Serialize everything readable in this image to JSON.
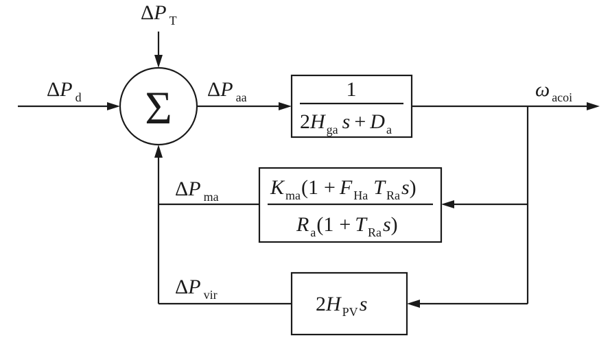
{
  "labels": {
    "delta": "Δ",
    "P": "P",
    "input_T_sub": "T",
    "input_d_sub": "d",
    "sum_symbol": "Σ",
    "aa_sub": "aa",
    "omega": "ω",
    "omega_sub": "acoi",
    "ma_sub": "ma",
    "vir_sub": "vir"
  },
  "block_plant": {
    "numerator": "1",
    "den_coef": "2",
    "den_H": "H",
    "den_H_sub": "ga",
    "den_s": "s",
    "den_plus": "+",
    "den_D": "D",
    "den_D_sub": "a"
  },
  "block_governor": {
    "K": "K",
    "K_sub": "ma",
    "open1": "(1",
    "plus1": "+",
    "F": "F",
    "F_sub": "Ha",
    "T1": "T",
    "T1_sub": "Ra",
    "s1": "s",
    "close1": ")",
    "R": "R",
    "R_sub": "a",
    "open2": "(1",
    "plus2": "+",
    "T2": "T",
    "T2_sub": "Ra",
    "s2": "s",
    "close2": ")"
  },
  "block_virtual": {
    "coef": "2",
    "H": "H",
    "H_sub": "PV",
    "s": "s"
  }
}
